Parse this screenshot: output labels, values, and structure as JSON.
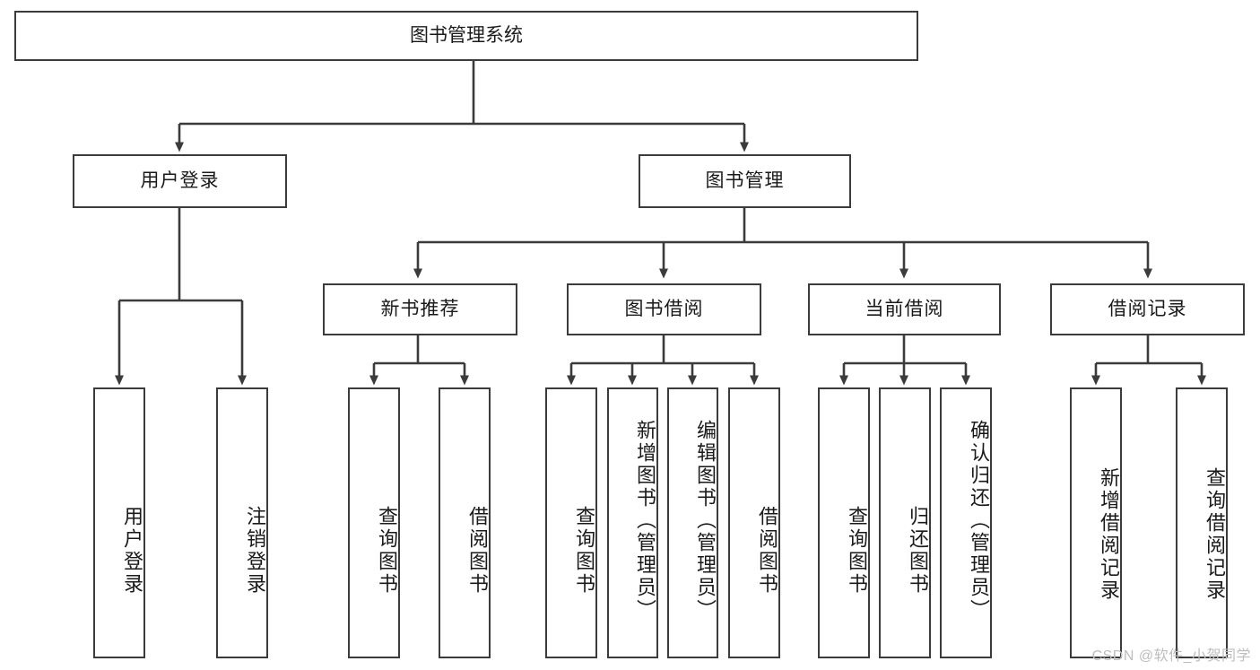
{
  "diagram": {
    "title": "图书管理系统",
    "watermark": "CSDN @软件_小贺同学",
    "colors": {
      "stroke": "#3b3b3b",
      "fill": "#ffffff",
      "text": "#1a1a1a",
      "watermark": "#bdbdbd"
    },
    "nodes": {
      "root": {
        "label": "图书管理系统"
      },
      "level1": [
        {
          "id": "user-login",
          "label": "用户登录"
        },
        {
          "id": "book-manage",
          "label": "图书管理"
        }
      ],
      "level2": [
        {
          "id": "new-book-recommend",
          "label": "新书推荐"
        },
        {
          "id": "book-borrow",
          "label": "图书借阅"
        },
        {
          "id": "current-borrow",
          "label": "当前借阅"
        },
        {
          "id": "borrow-record",
          "label": "借阅记录"
        }
      ],
      "leaves": {
        "user-login": [
          {
            "id": "leaf-user-login",
            "label": "用户登录"
          },
          {
            "id": "leaf-logout",
            "label": "注销登录"
          }
        ],
        "new-book-recommend": [
          {
            "id": "leaf-query-book-1",
            "label": "查询图书"
          },
          {
            "id": "leaf-borrow-book-1",
            "label": "借阅图书"
          }
        ],
        "book-borrow": [
          {
            "id": "leaf-query-book-2",
            "label": "查询图书"
          },
          {
            "id": "leaf-add-book",
            "label": "新增图书（管理员）"
          },
          {
            "id": "leaf-edit-book",
            "label": "编辑图书（管理员）"
          },
          {
            "id": "leaf-borrow-book-2",
            "label": "借阅图书"
          }
        ],
        "current-borrow": [
          {
            "id": "leaf-query-book-3",
            "label": "查询图书"
          },
          {
            "id": "leaf-return-book",
            "label": "归还图书"
          },
          {
            "id": "leaf-confirm-return",
            "label": "确认归还（管理员）"
          }
        ],
        "borrow-record": [
          {
            "id": "leaf-add-record",
            "label": "新增借阅记录"
          },
          {
            "id": "leaf-query-record",
            "label": "查询借阅记录"
          }
        ]
      }
    }
  }
}
